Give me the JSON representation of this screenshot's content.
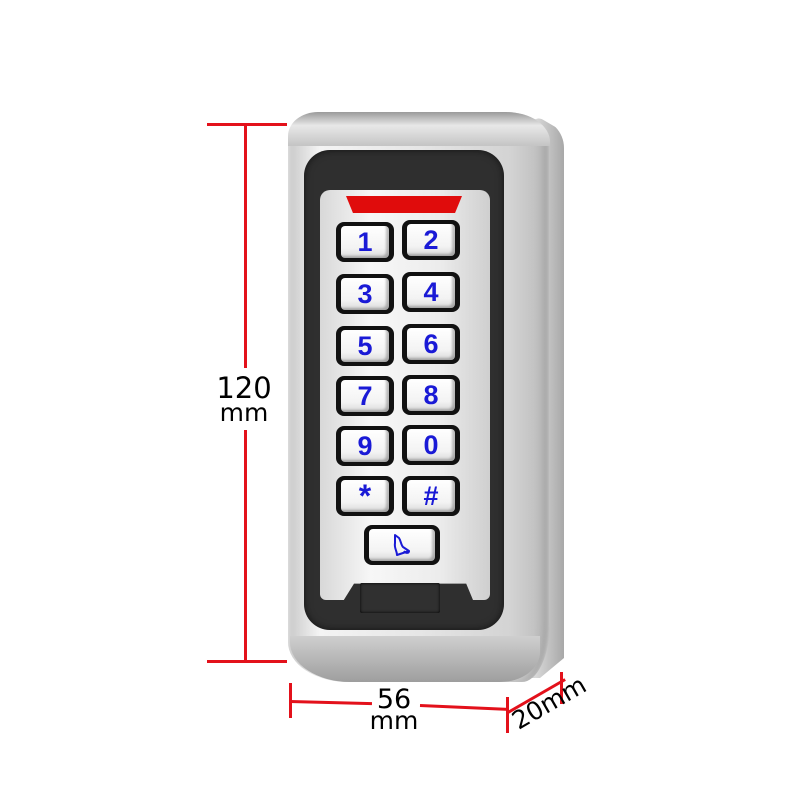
{
  "product": {
    "type": "keypad access controller",
    "led_color": "#e00c0c",
    "key_label_color": "#1a1ad6"
  },
  "keypad": {
    "keys": [
      "1",
      "2",
      "3",
      "4",
      "5",
      "6",
      "7",
      "8",
      "9",
      "0",
      "*",
      "#"
    ],
    "bell_key_icon": "bell-icon"
  },
  "dimensions": {
    "height_value": "120",
    "height_unit": "mm",
    "width_value": "56",
    "width_unit": "mm",
    "depth_label": "20mm",
    "line_color": "#e3111b"
  }
}
